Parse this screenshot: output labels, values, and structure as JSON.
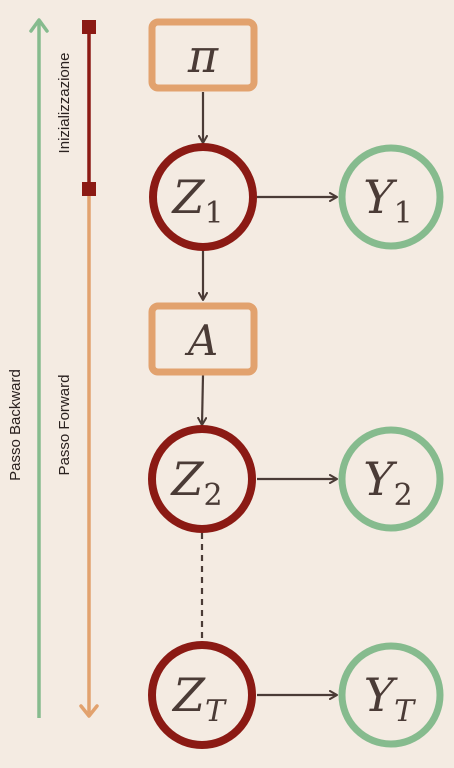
{
  "labels": {
    "backward": "Passo Backward",
    "forward": "Passo Forward",
    "init": "Inizializzazione"
  },
  "nodes": {
    "pi": {
      "symbol": "π"
    },
    "z1": {
      "symbol": "Z",
      "sub": "1"
    },
    "y1": {
      "symbol": "Y",
      "sub": "1"
    },
    "a": {
      "symbol": "A"
    },
    "z2": {
      "symbol": "Z",
      "sub": "2"
    },
    "y2": {
      "symbol": "Y",
      "sub": "2"
    },
    "zt": {
      "symbol": "Z",
      "sub": "T"
    },
    "yt": {
      "symbol": "Y",
      "sub": "T"
    }
  },
  "colors": {
    "background": "#f4ebe2",
    "hidden_state": "#8b1a14",
    "observation": "#86bb8e",
    "parameter": "#e2a26e",
    "edge": "#4a3b36",
    "backward_arrow": "#86bb8e",
    "forward_arrow": "#e2a26e",
    "init_bar": "#8b1a14"
  }
}
